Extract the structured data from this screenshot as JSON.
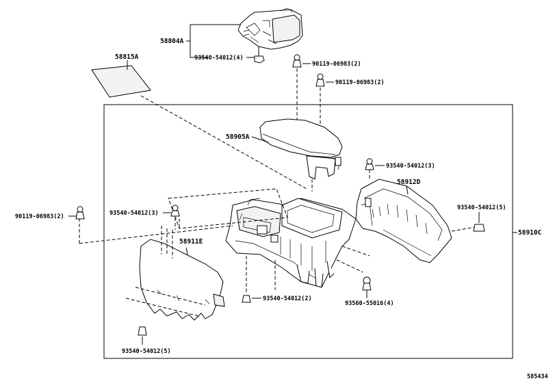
{
  "parts": {
    "p58804A": "58804A",
    "p58815A": "58815A",
    "p58905A": "58905A",
    "p58911E": "58911E",
    "p58912D": "58912D",
    "p58910C": "58910C"
  },
  "fasteners": {
    "f1": "93540-54012(4)",
    "f2": "90119-06983(2)",
    "f3": "90119-06983(2)",
    "f4": "93540-54012(3)",
    "f5": "90119-06983(2)",
    "f6": "93540-54012(3)",
    "f7": "93540-54012(5)",
    "f8": "93540-54012(2)",
    "f9": "93560-55016(4)",
    "f10": "93540-54012(5)"
  },
  "diagram_id": "585434"
}
